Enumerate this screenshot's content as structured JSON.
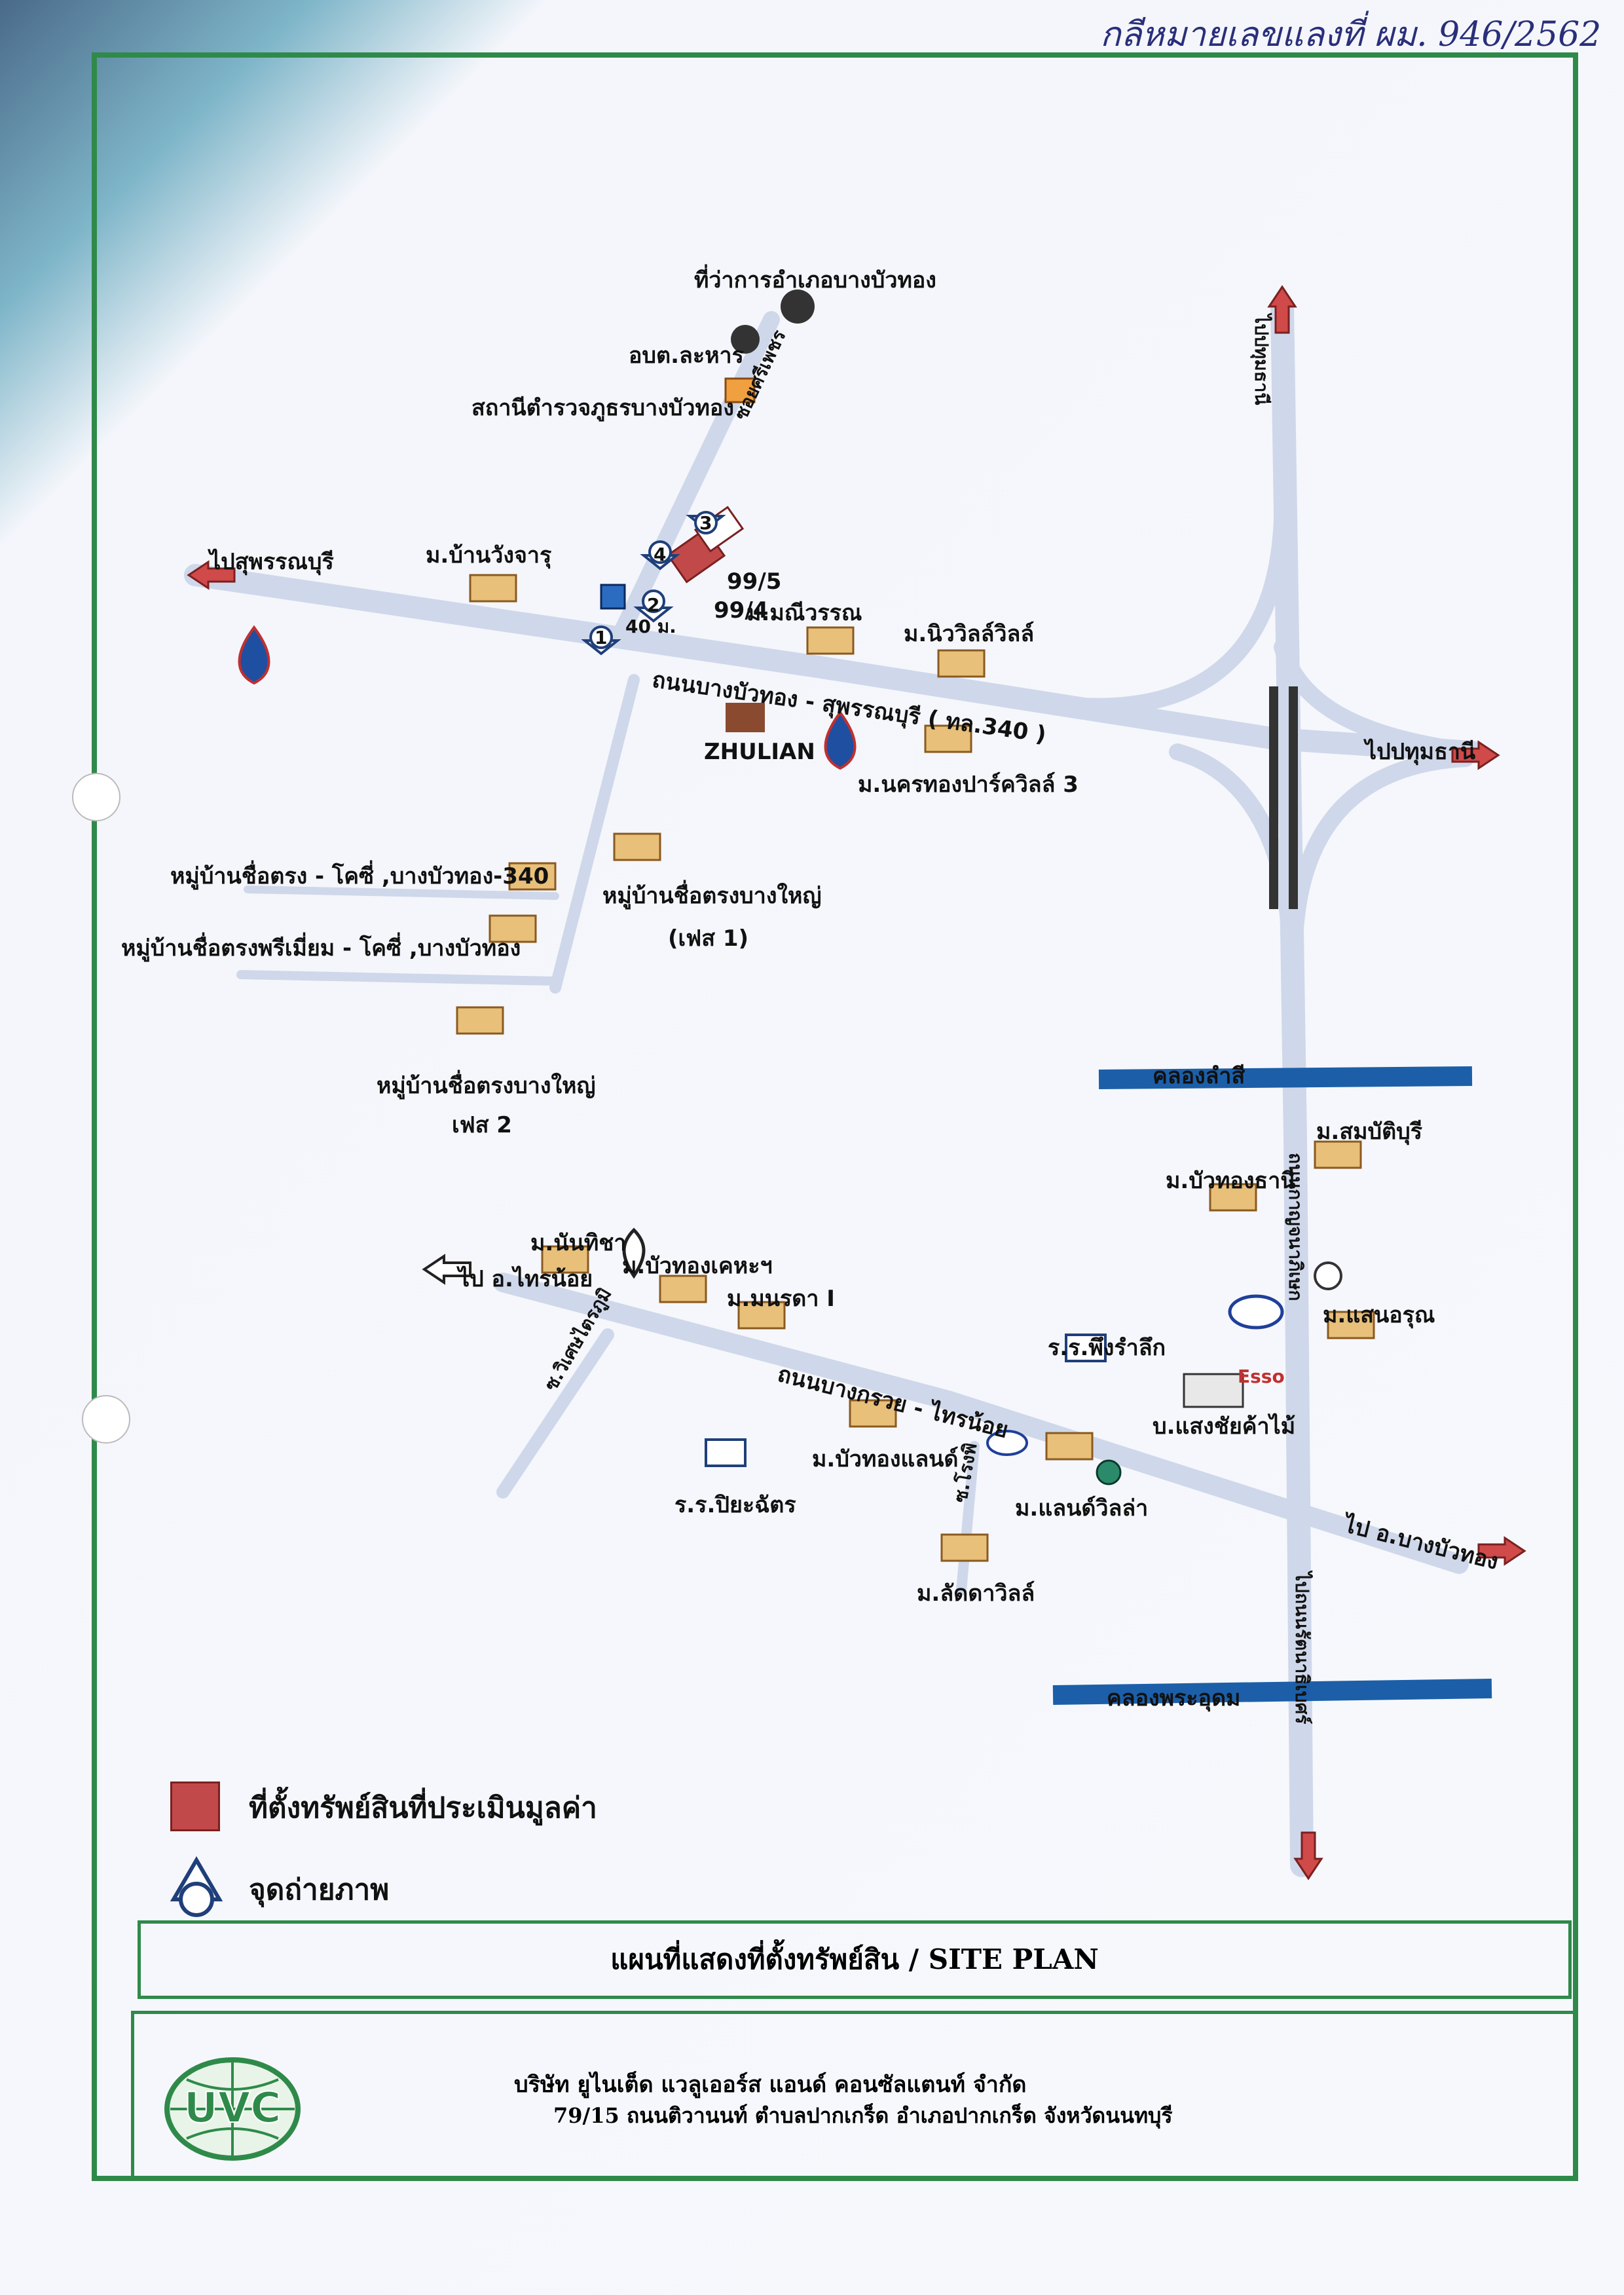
{
  "handnote": "กลีหมายเลขแลงที่  ผม. 946/2562",
  "labels": {
    "district_office": "ที่ว่าการอำเภอบางบัวทอง",
    "obt": "อบต.ละหาร",
    "police": "สถานีตำรวจภูธรบางบัวทอง",
    "soi_sriphet": "ซอยศรีเพชร",
    "to_suphan": "ไปสุพรรณบุรี",
    "ban_wangcharu": "ม.บ้านวังจารุ",
    "lot_995": "99/5",
    "lot_994": "99/4",
    "dist_40": "40 ม.",
    "manee": "ม.มณีวรรณ",
    "new_villa": "ม.นิววิลล์วิลล์",
    "road_340": "ถนนบางบัวทอง - สุพรรณบุรี ( ทล.340 )",
    "zhulian": "ZHULIAN",
    "nakorn_park": "ม.นครทองปาร์ควิลล์ 3",
    "to_pathum_east": "ไปปทุมธานี",
    "to_pathum_north": "ไปปทุมธานี",
    "chuetrong_kori_340": "หมู่บ้านชื่อตรง - โคซี่ ,บางบัวทอง-340",
    "chuetrong_bangyai_1": "หมู่บ้านชื่อตรงบางใหญ่",
    "phase1": "(เฟส 1)",
    "chuetrong_premium": "หมู่บ้านชื่อตรงพรีเมี่ยม - โคซี่ ,บางบัวทอง",
    "chuetrong_bangyai_2": "หมู่บ้านชื่อตรงบางใหญ่",
    "phase2": "เฟส 2",
    "khlong_lamsi": "คลองลำสี",
    "sombat": "ม.สมบัติบุรี",
    "buathong_thani": "ม.บัวทองธานี",
    "road_kanchana": "ถนนกาญจนาภิเษก",
    "saen_arun": "ม.แสนอรุณ",
    "nanthisa": "ม.นันทิชา",
    "buathong_kheha": "ม.บัวทองเคหะฯ",
    "to_sainoi": "ไป อ.ไทรน้อย",
    "manorada": "ม.มนรดา I",
    "rr_phungramluek": "ร.ร.พึงรำลึก",
    "road_bangkruai": "ถนนบางกรวย - ไทรน้อย",
    "soi_wiset": "ซ.วิเศษไตรภูมิ",
    "soi_rongpi": "ซ.โรงพิ",
    "buathong_land": "ม.บัวทองแลนด์",
    "sangchai": "บ.แสงชัยค้าไม้",
    "rr_piyachat": "ร.ร.ปิยะฉัตร",
    "land_villa": "ม.แลนด์วิลล่า",
    "to_bangbuathong": "ไป อ.บางบัวทอง",
    "lada_ville": "ม.ลัดดาวิลล์",
    "to_nonthaburi": "ไปถนนรัตนาธิเบศร์",
    "khlong_bottom": "คลองพระอุดม",
    "esso": "Esso",
    "pt_1": "1",
    "pt_2": "2",
    "pt_3": "3",
    "pt_4": "4"
  },
  "legend": {
    "property": "ที่ตั้งทรัพย์สินที่ประเมินมูลค่า",
    "photo_point": "จุดถ่ายภาพ"
  },
  "title": "แผนที่แสดงที่ตั้งทรัพย์สิน / SITE PLAN",
  "footer": {
    "company": "บริษัท ยูไนเต็ด แวลูเออร์ส แอนด์ คอนซัลแตนท์ จำกัด",
    "address": "79/15  ถนนติวานนท์  ตำบลปากเกร็ด  อำเภอปากเกร็ด  จังหวัดนนทบุรี",
    "logo": "UVC"
  },
  "colors": {
    "frame": "#2f8a4a",
    "road": "#cfd8ea",
    "canal": "#1c5fa8",
    "arrow": "#d04a4a",
    "property": "#c2494a"
  }
}
